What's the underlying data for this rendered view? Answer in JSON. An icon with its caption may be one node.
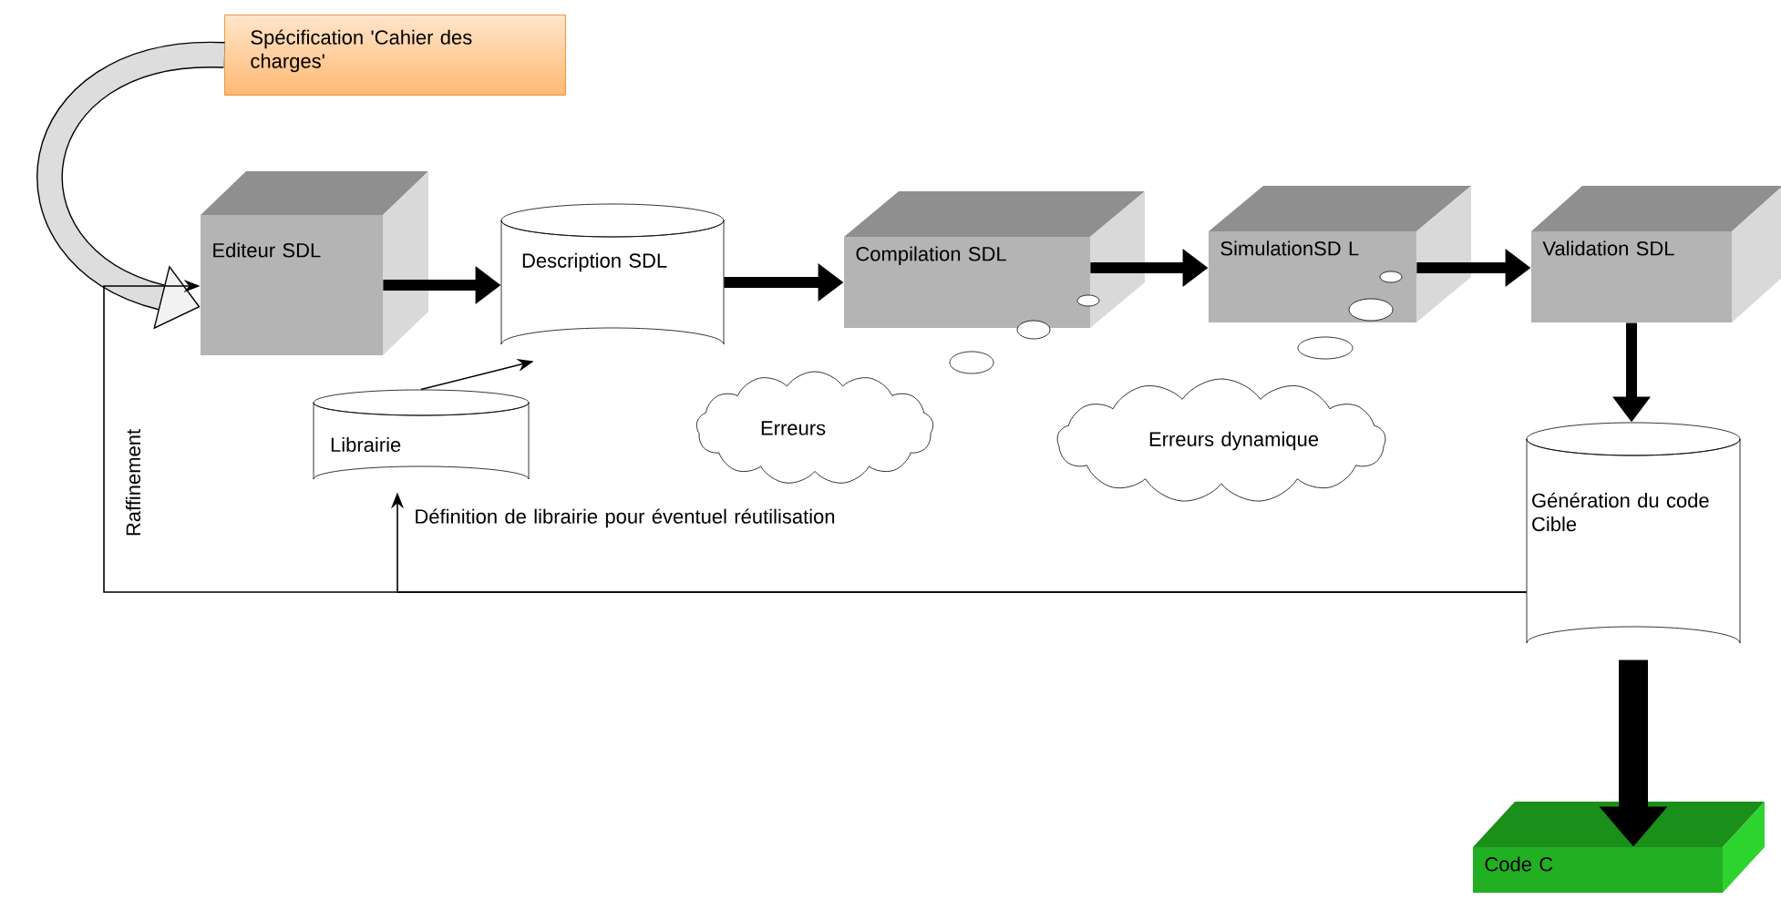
{
  "diagram": {
    "nodes": [
      {
        "text": [
          "Spécification 'Cahier des charges'"
        ]
      },
      {
        "text": [
          "Editeur SDL"
        ]
      },
      {
        "text": [
          "Description SDL"
        ]
      },
      {
        "text": [
          "Compilation SDL"
        ]
      },
      {
        "text": [
          "SimulationSD L"
        ]
      },
      {
        "text": [
          "Validation SDL"
        ]
      },
      {
        "text": [
          "Librairie"
        ]
      },
      {
        "text": [
          "Erreurs"
        ]
      },
      {
        "text": [
          "Erreurs dynamique"
        ]
      },
      {
        "text": [
          "Génération du code Cible"
        ]
      },
      {
        "text": [
          "Code C"
        ]
      }
    ],
    "edges": [
      {
        "from": 0,
        "to": 1,
        "arrow": "to",
        "style": "thick"
      },
      {
        "from": 1,
        "to": 2,
        "arrow": "to"
      },
      {
        "from": 2,
        "to": 3,
        "arrow": "to"
      },
      {
        "from": 3,
        "to": 4,
        "arrow": "to"
      },
      {
        "from": 4,
        "to": 5,
        "arrow": "to"
      },
      {
        "from": 5,
        "to": 9,
        "arrow": "to"
      },
      {
        "from": 6,
        "to": 2,
        "arrow": "to"
      },
      {
        "from": 9,
        "to": 1,
        "arrow": "to",
        "label": "Raffinement"
      },
      {
        "from": 9,
        "to": 6,
        "arrow": "to",
        "label": "Définition de librairie pour éventuel réutilisation"
      },
      {
        "from": 9,
        "to": 10,
        "arrow": "to",
        "style": "thick"
      }
    ]
  }
}
